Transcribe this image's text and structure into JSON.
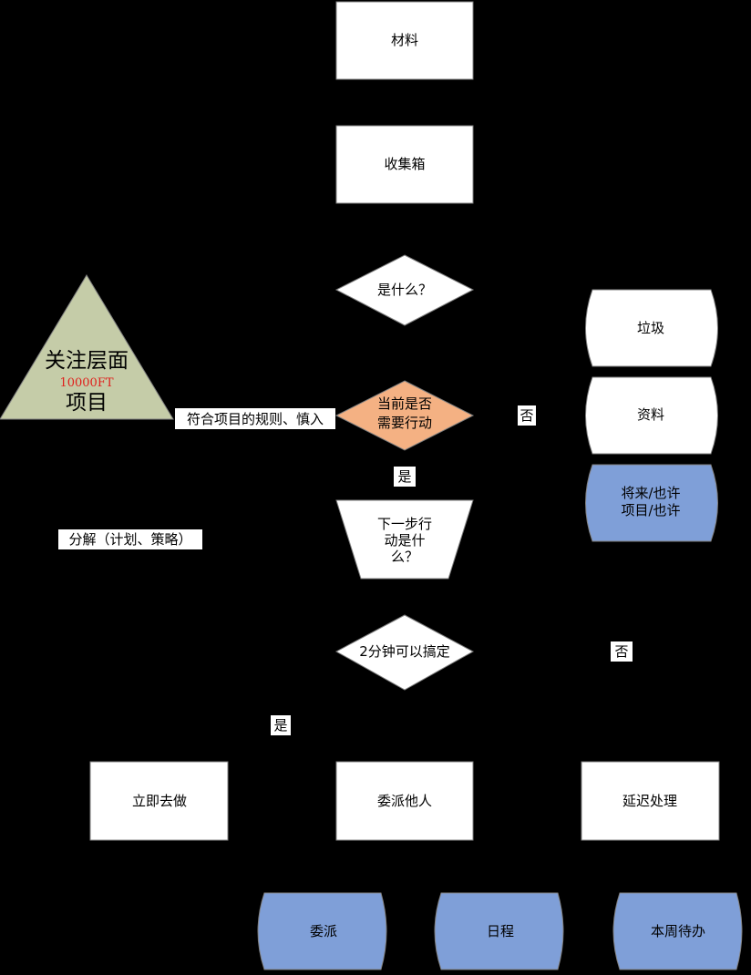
{
  "nodes": {
    "materials": "材料",
    "inbox": "收集箱",
    "what_is_it": "是什么？",
    "actionable": [
      "当前是否",
      "需要行动"
    ],
    "next_action": [
      "下一步行",
      "动是什",
      "么？"
    ],
    "two_minutes": "2分钟可以搞定",
    "do_now": "立即去做",
    "delegate": "委派他人",
    "defer": "延迟处理",
    "trash": "垃圾",
    "reference": "资料",
    "someday": [
      "将来/也许",
      "项目/也许"
    ],
    "waiting_for": "委派",
    "calendar": "日程",
    "this_week": "本周待办",
    "focus": {
      "line1": "关注层面",
      "line2": "10000FT",
      "line3": "项目"
    }
  },
  "edge_labels": {
    "project_rule": "符合项目的规则、慎入",
    "no_actionable": "否",
    "yes_actionable": "是",
    "breakdown": "分解（计划、策略）",
    "no_two_minutes": "否",
    "yes_two_minutes": "是"
  },
  "colors": {
    "background": "#000000",
    "box_fill": "#ffffff",
    "decision_highlight": "#f4b183",
    "storage_highlight": "#7f9fd8",
    "triangle_fill": "#c5cca8",
    "triangle_subtitle": "#e0201c"
  }
}
